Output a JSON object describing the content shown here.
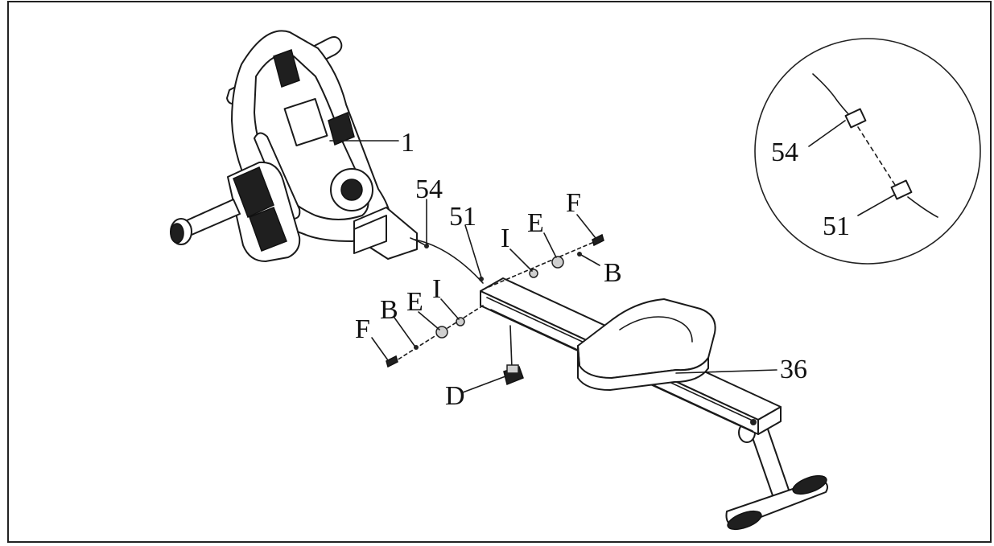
{
  "labels": {
    "main_unit": "1",
    "sensor_wire_upper": "54",
    "sensor_wire_lower": "51",
    "rail": "36",
    "foot": "D",
    "bolt_right": "F",
    "washer_right": "B",
    "nut_right": "E",
    "spacer_right": "I",
    "bolt_left": "F",
    "washer_left": "B",
    "nut_left": "E",
    "spacer_left": "I"
  },
  "detail": {
    "wire_upper": "54",
    "wire_lower": "51"
  }
}
